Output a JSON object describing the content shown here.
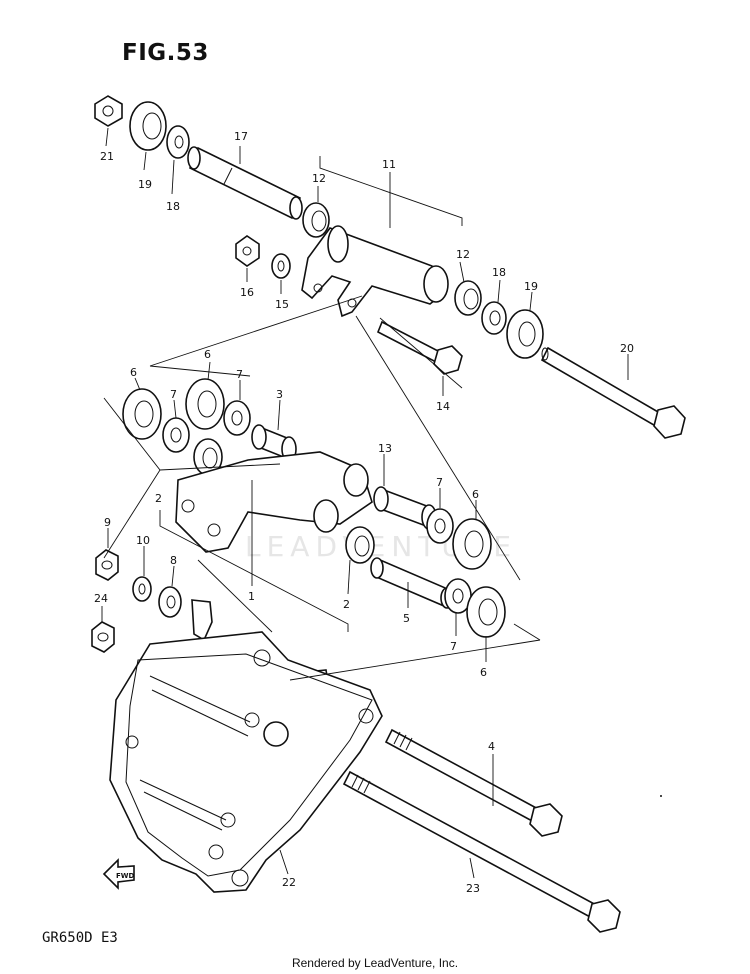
{
  "figure": {
    "title": "FIG.53",
    "model_code": "GR650D E3",
    "footer": "Rendered by LeadVenture, Inc.",
    "watermark": "LEADVENTURE",
    "fwd_label": "FWD"
  },
  "callouts": [
    {
      "id": "c21",
      "label": "21"
    },
    {
      "id": "c19a",
      "label": "19"
    },
    {
      "id": "c18a",
      "label": "18"
    },
    {
      "id": "c17",
      "label": "17"
    },
    {
      "id": "c12a",
      "label": "12"
    },
    {
      "id": "c11",
      "label": "11"
    },
    {
      "id": "c12b",
      "label": "12"
    },
    {
      "id": "c18b",
      "label": "18"
    },
    {
      "id": "c19b",
      "label": "19"
    },
    {
      "id": "c16",
      "label": "16"
    },
    {
      "id": "c15",
      "label": "15"
    },
    {
      "id": "c20",
      "label": "20"
    },
    {
      "id": "c14",
      "label": "14"
    },
    {
      "id": "c6a",
      "label": "6"
    },
    {
      "id": "c6b",
      "label": "6"
    },
    {
      "id": "c7a",
      "label": "7"
    },
    {
      "id": "c7b",
      "label": "7"
    },
    {
      "id": "c3",
      "label": "3"
    },
    {
      "id": "c2a",
      "label": "2"
    },
    {
      "id": "c13",
      "label": "13"
    },
    {
      "id": "c7c",
      "label": "7"
    },
    {
      "id": "c6c",
      "label": "6"
    },
    {
      "id": "c9",
      "label": "9"
    },
    {
      "id": "c10",
      "label": "10"
    },
    {
      "id": "c8",
      "label": "8"
    },
    {
      "id": "c24",
      "label": "24"
    },
    {
      "id": "c1",
      "label": "1"
    },
    {
      "id": "c2b",
      "label": "2"
    },
    {
      "id": "c5",
      "label": "5"
    },
    {
      "id": "c7d",
      "label": "7"
    },
    {
      "id": "c6d",
      "label": "6"
    },
    {
      "id": "c4",
      "label": "4"
    },
    {
      "id": "c22",
      "label": "22"
    },
    {
      "id": "c23",
      "label": "23"
    }
  ]
}
